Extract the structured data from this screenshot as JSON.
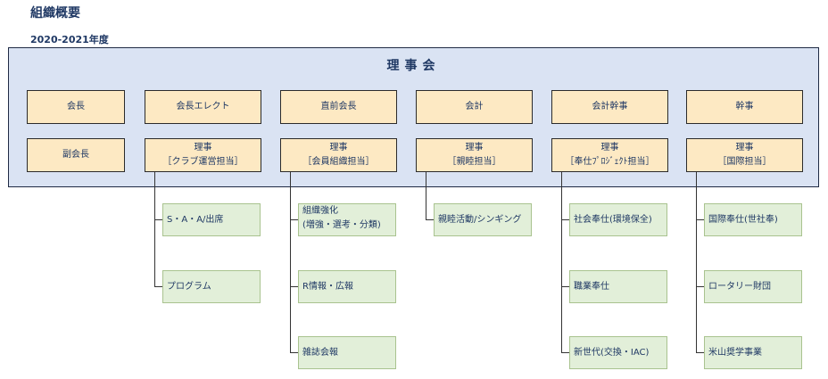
{
  "header": {
    "title": "組織概要",
    "year": "2020-2021年度"
  },
  "board": {
    "title": "理事会",
    "officers": [
      {
        "label": "会長"
      },
      {
        "label": "会長エレクト"
      },
      {
        "label": "直前会長"
      },
      {
        "label": "会計"
      },
      {
        "label": "会計幹事"
      },
      {
        "label": "幹事"
      }
    ],
    "directors": [
      {
        "line1": "副会長",
        "line2": ""
      },
      {
        "line1": "理事",
        "line2": "［クラブ運営担当］"
      },
      {
        "line1": "理事",
        "line2": "［会員組織担当］"
      },
      {
        "line1": "理事",
        "line2": "［親睦担当］"
      },
      {
        "line1": "理事",
        "line2": "［奉仕ﾌﾟﾛｼﾞｪｸﾄ担当］"
      },
      {
        "line1": "理事",
        "line2": "［国際担当］"
      }
    ]
  },
  "committees": {
    "club_ops": [
      {
        "line1": "S・A・A/出席",
        "line2": ""
      },
      {
        "line1": "プログラム",
        "line2": ""
      }
    ],
    "membership": [
      {
        "line1": "組織強化",
        "line2": "(増強・選考・分類)"
      },
      {
        "line1": "R情報・広報",
        "line2": ""
      },
      {
        "line1": "雑誌会報",
        "line2": ""
      }
    ],
    "fellowship": [
      {
        "line1": "親睦活動/シンギング",
        "line2": ""
      }
    ],
    "service": [
      {
        "line1": "社会奉仕(環境保全)",
        "line2": ""
      },
      {
        "line1": "職業奉仕",
        "line2": ""
      },
      {
        "line1": "新世代(交換・IAC)",
        "line2": ""
      }
    ],
    "international": [
      {
        "line1": "国際奉仕(世社奉)",
        "line2": ""
      },
      {
        "line1": "ロータリー財団",
        "line2": ""
      },
      {
        "line1": "米山奨学事業",
        "line2": ""
      }
    ]
  },
  "colors": {
    "board_bg": "#dae3f3",
    "officer_bg": "#fde9c3",
    "committee_bg": "#e2efd9",
    "text": "#1f3864"
  }
}
